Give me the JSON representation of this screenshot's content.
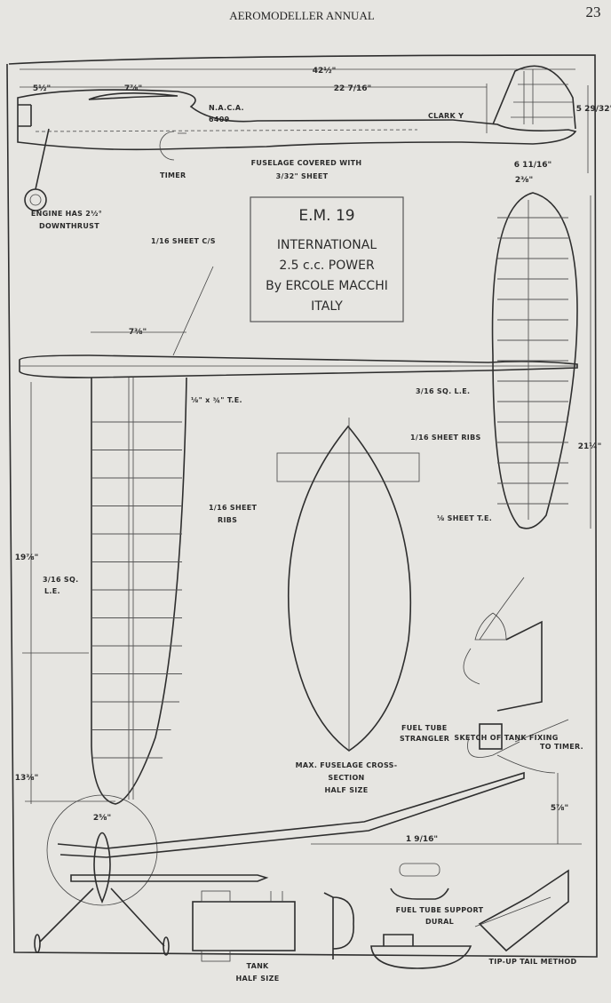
{
  "header": {
    "title": "AEROMODELLER ANNUAL",
    "page_number": "23"
  },
  "title_box": {
    "model": "E.M. 19",
    "class": "INTERNATIONAL",
    "engine": "2.5 c.c. POWER",
    "designer": "By ERCOLE MACCHI",
    "country": "ITALY"
  },
  "side_view": {
    "overall_length": "42½\"",
    "nose_length": "5½\"",
    "wing_position": "7⅞\"",
    "tail_moment": "22 7/16\"",
    "wing_section": [
      "N.A.C.A.",
      "6409"
    ],
    "tail_section": "CLARK Y",
    "fin_height": "5 29/32\"",
    "timer": "TIMER",
    "covering": [
      "FUSELAGE COVERED WITH",
      "3/32\" SHEET"
    ],
    "tailplane_chord": "6 11/16\"",
    "fin_chord": "2⅜\"",
    "engine_note": [
      "ENGINE HAS 2½°",
      "DOWNTHRUST"
    ]
  },
  "plan_view": {
    "center_section": "1/16 SHEET C/S",
    "wing_chord": "7⅜\"",
    "wing_te": "⅛\" x ¾\" T.E.",
    "wing_ribs": [
      "1/16 SHEET",
      "RIBS"
    ],
    "wing_le": [
      "3/16 SQ.",
      "L.E."
    ],
    "inner_panel": "19⅞\"",
    "outer_panel": "13⅜\"",
    "tail_le": "3/16 SQ. L.E.",
    "tail_ribs": "1/16 SHEET RIBS",
    "tail_te": "⅛ SHEET T.E.",
    "tail_span": "21¼\""
  },
  "cross_section": [
    "MAX. FUSELAGE CROSS-",
    "SECTION",
    "HALF SIZE"
  ],
  "tank_fixing": {
    "strangler": [
      "FUEL TUBE",
      "STRANGLER"
    ],
    "to_timer": "TO TIMER.",
    "caption": "SKETCH OF TANK FIXING"
  },
  "front_view": {
    "fuselage_width": "2⅝\"",
    "dihedral_tip": "5⅞\"",
    "dihedral_root": "1 9/16\""
  },
  "details": {
    "fuel_support": [
      "FUEL TUBE SUPPORT",
      "DURAL"
    ],
    "tank": [
      "TANK",
      "HALF SIZE"
    ],
    "tip_up": "TIP-UP TAIL METHOD"
  }
}
